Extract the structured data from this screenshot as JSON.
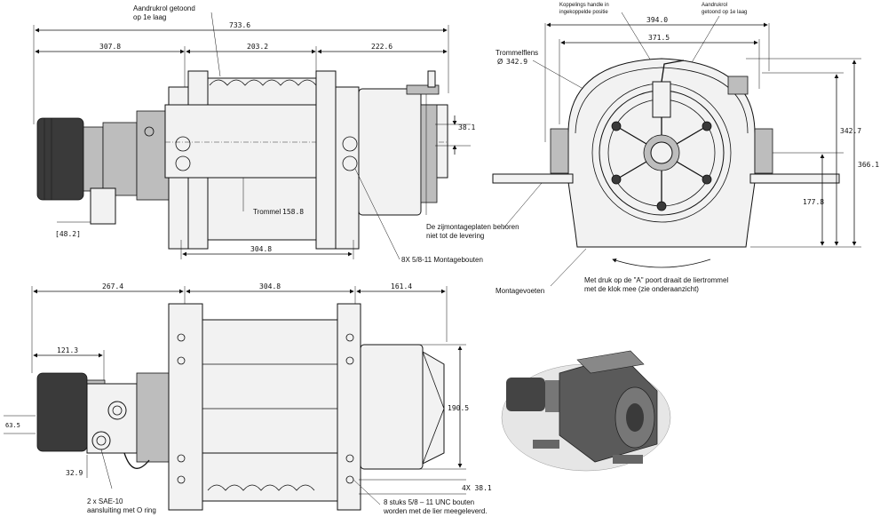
{
  "top_view": {
    "dims": {
      "overall": "733.6",
      "left": "307.8",
      "drum_span": "203.2",
      "right": "222.6",
      "bolt_offset": "38.1",
      "foot": "304.8",
      "drum": "158.8",
      "motor_offset": "[48.2]"
    },
    "labels": {
      "roller_1": "Aandrukrol getoond",
      "roller_2": "op 1e laag",
      "drum_label": "Trommel",
      "bolts": "8X 5/8-11 Montagebouten"
    }
  },
  "side_view": {
    "dims": {
      "width": "394.0",
      "inner_width": "371.5",
      "flange_dia": "342.9",
      "height_1": "342.7",
      "height_2": "366.1",
      "center": "177.8"
    },
    "labels": {
      "handle_1": "Koppelings handle in",
      "handle_2": "ingekoppelde positie",
      "roller_1": "Aandrukrol",
      "roller_2": "getoond op 1e laag",
      "flange_1": "Trommelflens",
      "flange_2": "Ø",
      "plates_1": "De zijmontageplaten behoren",
      "plates_2": "niet tot de levering",
      "rotation_1": "Met druk op de \"A\" poort draait de liertrommel",
      "rotation_2": "met de klok mee (zie onderaanzicht)",
      "feet": "Montagevoeten"
    }
  },
  "bottom_view": {
    "dims": {
      "left": "267.4",
      "center": "304.8",
      "right": "161.4",
      "motor_len": "121.3",
      "port_height": "63.5",
      "port_offset": "32.9",
      "flange_height": "190.5",
      "bolt_spacing": "4X 38.1"
    },
    "labels": {
      "ports_1": "2 x SAE-10",
      "ports_2": "aansluiting met  O ring",
      "bolts_1": "8 stuks  5/8 – 11 UNC bouten",
      "bolts_2": "worden met de lier meegeleverd."
    }
  }
}
